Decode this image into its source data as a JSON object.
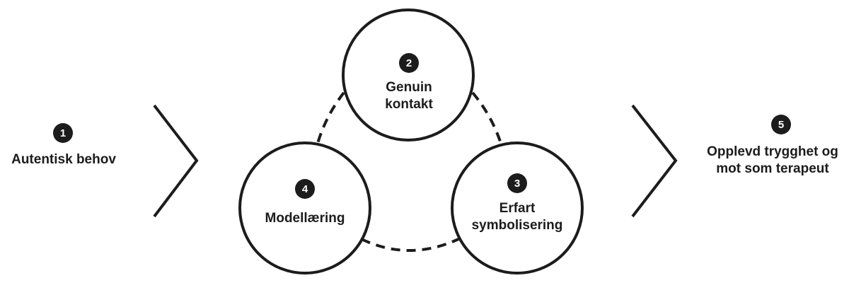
{
  "steps": [
    {
      "number": "1",
      "lines": [
        "Autentisk behov"
      ]
    },
    {
      "number": "2",
      "lines": [
        "Genuin",
        "kontakt"
      ]
    },
    {
      "number": "3",
      "lines": [
        "Erfart",
        "symbolisering"
      ]
    },
    {
      "number": "4",
      "lines": [
        "Modellæring"
      ]
    },
    {
      "number": "5",
      "lines": [
        "Opplevd trygghet og",
        "mot som terapeut"
      ]
    }
  ],
  "colors": {
    "ink": "#1c1c1c",
    "background": "#ffffff"
  }
}
